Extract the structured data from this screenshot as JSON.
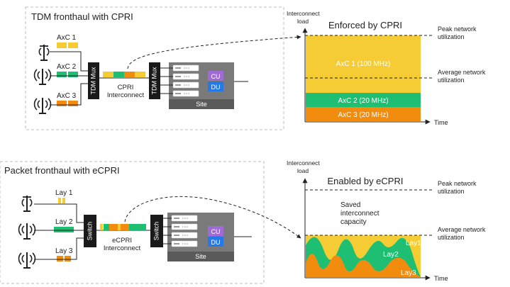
{
  "colors": {
    "yellow": "#f5cc33",
    "green": "#1fbf73",
    "orange": "#f28c0f",
    "dark_green": "#0e9a5c",
    "mux_box": "#1a1a1a",
    "site": "#7a7a7a",
    "cu": "#a06bd4",
    "du": "#2479e6",
    "frame_border": "#bdbdbd",
    "text": "#222222"
  },
  "top": {
    "title": "TDM fronthaul with CPRI",
    "streams": [
      "AxC 1",
      "AxC 2",
      "AxC 3"
    ],
    "mux_left": "TDM Mux",
    "mux_right": "TDM Mux",
    "interconnect_label": [
      "CPRI",
      "Interconnect"
    ],
    "site": {
      "label": "Site",
      "cu": "CU",
      "du": "DU"
    },
    "chart": {
      "y_axis_label": [
        "Interconnect",
        "load"
      ],
      "title": "Enforced by CPRI",
      "x_axis_label": "Time",
      "peak_label": [
        "Peak network",
        "utilization"
      ],
      "avg_label": [
        "Average network",
        "utilization"
      ],
      "bands": [
        "AxC 1 (100 MHz)",
        "AxC 2 (20 MHz)",
        "AxC 3 (20 MHz)"
      ]
    }
  },
  "bottom": {
    "title": "Packet fronthaul with eCPRI",
    "streams": [
      "Lay 1",
      "Lay 2",
      "Lay 3"
    ],
    "switch_left": "Switch",
    "switch_right": "Switch",
    "interconnect_label": [
      "eCPRI",
      "Interconnect"
    ],
    "site": {
      "label": "Site",
      "cu": "CU",
      "du": "DU"
    },
    "chart": {
      "y_axis_label": [
        "Interconnect",
        "load"
      ],
      "title": "Enabled by eCPRI",
      "x_axis_label": "Time",
      "peak_label": [
        "Peak network",
        "utilization"
      ],
      "avg_label": [
        "Average network",
        "utilization"
      ],
      "saved_label": [
        "Saved",
        "interconnect",
        "capacity"
      ],
      "layers": [
        "Lay1",
        "Lay2",
        "Lay3"
      ]
    }
  }
}
